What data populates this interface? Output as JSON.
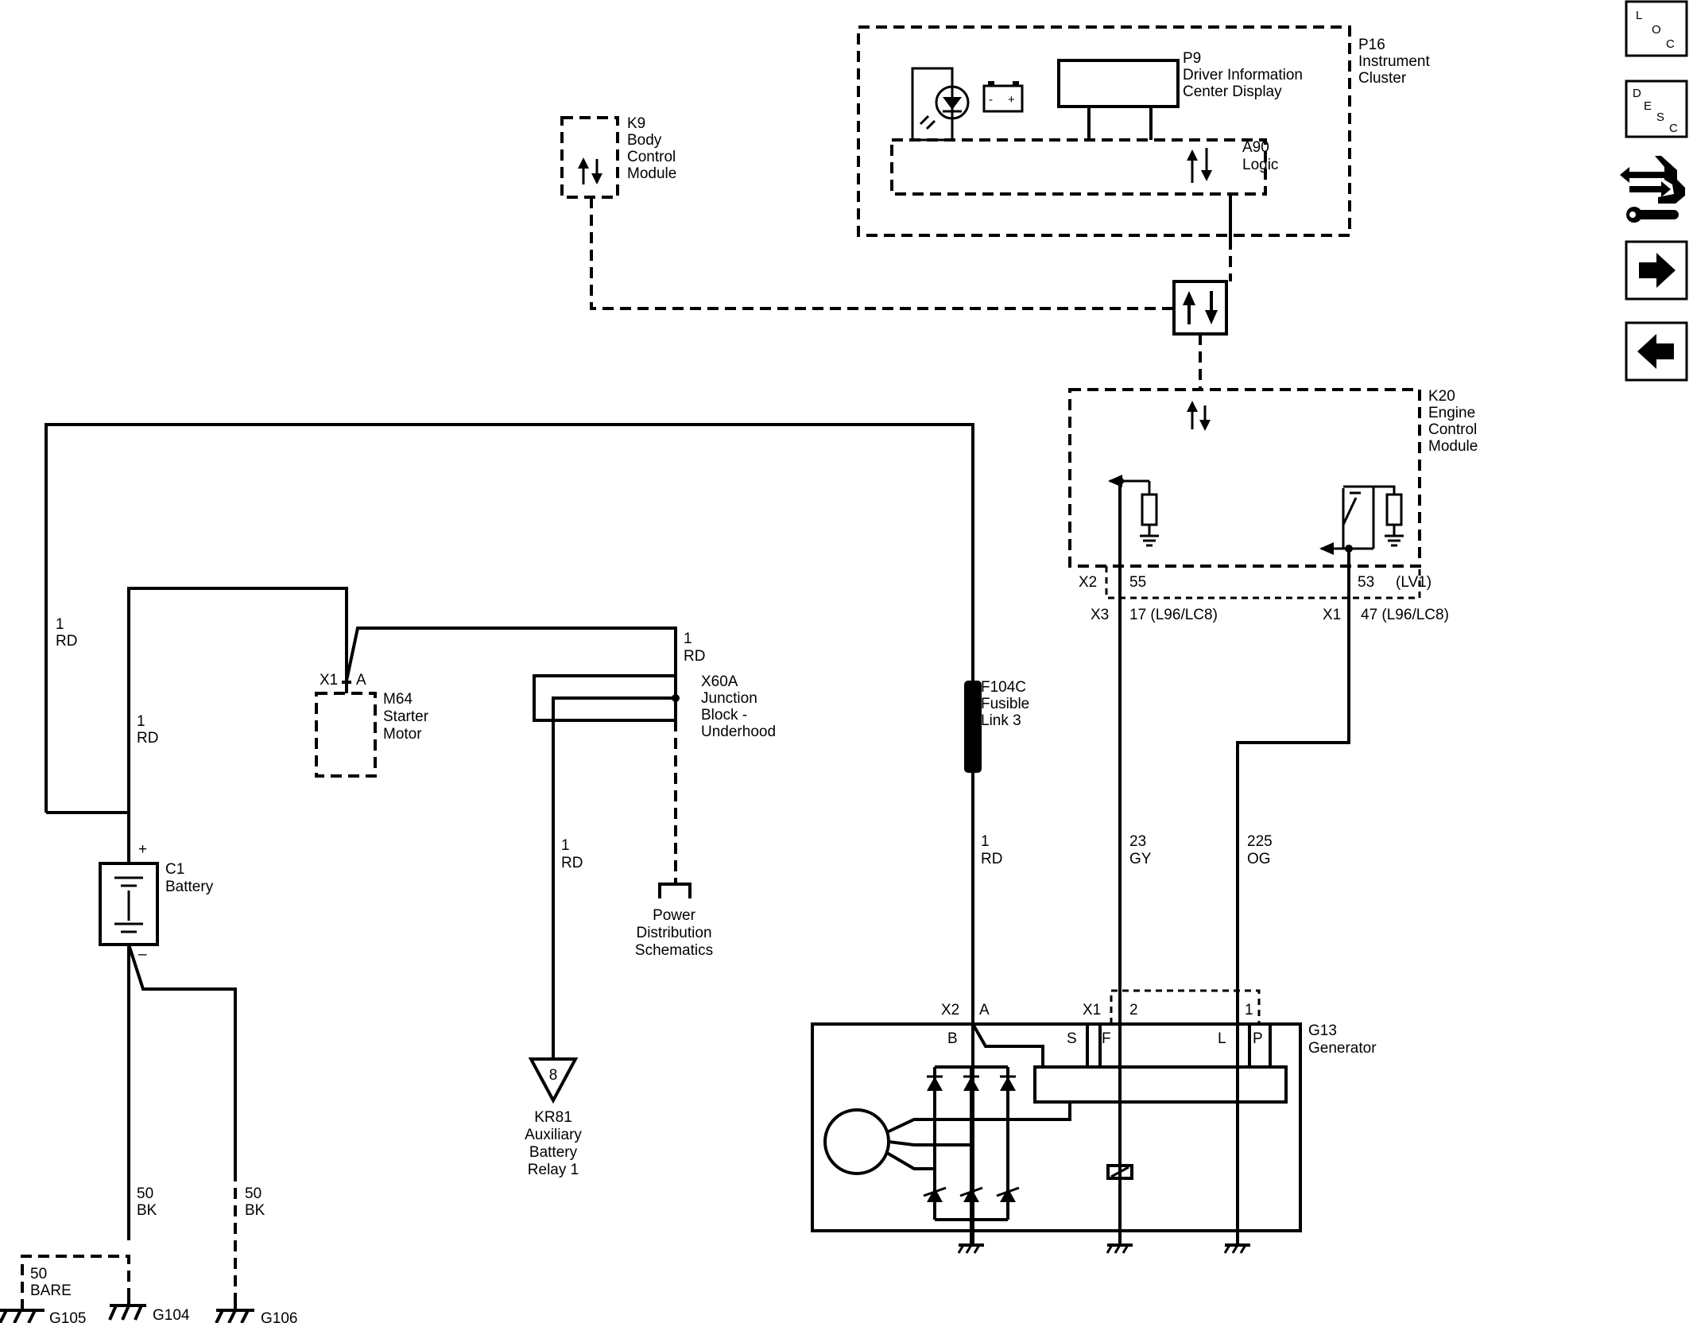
{
  "modules": {
    "p16": {
      "id": "P16",
      "lines": [
        "Instrument",
        "Cluster"
      ]
    },
    "p9": {
      "id": "P9",
      "lines": [
        "Driver Information",
        "Center Display"
      ]
    },
    "a90": {
      "id": "A90",
      "lines": [
        "Logic"
      ]
    },
    "k9": {
      "id": "K9",
      "lines": [
        "Body",
        "Control",
        "Module"
      ]
    },
    "k20": {
      "id": "K20",
      "lines": [
        "Engine",
        "Control",
        "Module"
      ]
    },
    "m64": {
      "id": "M64",
      "lines": [
        "Starter",
        "Motor"
      ]
    },
    "x60a": {
      "id": "X60A",
      "lines": [
        "Junction",
        "Block -",
        "Underhood"
      ]
    },
    "f104c": {
      "id": "F104C",
      "lines": [
        "Fusible",
        "Link 3"
      ]
    },
    "c1": {
      "id": "C1",
      "lines": [
        "Battery"
      ]
    },
    "g13": {
      "id": "G13",
      "lines": [
        "Generator"
      ]
    },
    "kr81": {
      "id": "KR81",
      "lines": [
        "Auxiliary",
        "Battery",
        "Relay 1"
      ],
      "symbol": "8"
    },
    "pds": {
      "lines": [
        "Power",
        "Distribution",
        "Schematics"
      ]
    }
  },
  "connectors": {
    "k20_x2": "X2",
    "k20_x2_pin": "55",
    "k20_x2_pin2": "53",
    "k20_lv1": "(LV1)",
    "k20_x3": "X3",
    "k20_x3_pin": "17 (L96/LC8)",
    "k20_x1": "X1",
    "k20_x1_pin": "47 (L96/LC8)",
    "m64_x1": "X1",
    "m64_pin": "A",
    "g13_x2": "X2",
    "g13_x2_pin": "A",
    "g13_x1": "X1",
    "g13_x1_pin2": "2",
    "g13_x1_pin1": "1",
    "g13_b": "B",
    "g13_s": "S",
    "g13_f": "F",
    "g13_l": "L",
    "g13_p": "P",
    "bat_plus": "+",
    "bat_minus": "–"
  },
  "wires": {
    "w1": [
      "1",
      "RD"
    ],
    "w2": [
      "1",
      "RD"
    ],
    "w3": [
      "1",
      "RD"
    ],
    "w4": [
      "1",
      "RD"
    ],
    "w5": [
      "1",
      "RD"
    ],
    "w23": [
      "23",
      "GY"
    ],
    "w225": [
      "225",
      "OG"
    ],
    "w50a": [
      "50",
      "BK"
    ],
    "w50b": [
      "50",
      "BK"
    ],
    "w50bare": [
      "50",
      "BARE"
    ]
  },
  "grounds": {
    "g104": "G104",
    "g105": "G105",
    "g106": "G106"
  },
  "nav": {
    "loc": [
      "L",
      "O",
      "C"
    ],
    "desc": [
      "D",
      "E",
      "S",
      "C"
    ],
    "icons": [
      "connector-icon",
      "arrow-right-icon",
      "arrow-left-icon"
    ]
  }
}
